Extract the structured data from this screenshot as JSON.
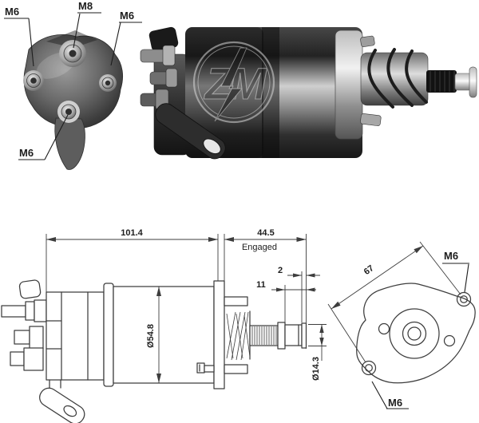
{
  "rear_photo": {
    "label_m6_top_left": "M6",
    "label_m8": "M8",
    "label_m6_top_right": "M6",
    "label_m6_bottom": "M6"
  },
  "side_photo": {
    "watermark": "ZM"
  },
  "side_drawing": {
    "dim_overall_length": "101.4",
    "dim_engaged_length": "44.5",
    "engaged_label": "Engaged",
    "dim_washer_thickness": "2",
    "dim_pin_length": "11",
    "dim_body_diameter": "Ø54.8",
    "dim_pin_diameter": "Ø14.3"
  },
  "flange_drawing": {
    "dim_hole_distance": "67",
    "label_hole_top_right": "M6",
    "label_hole_bottom_left": "M6"
  },
  "colors": {
    "background": "#ffffff",
    "drawing_line": "#3d3d3d",
    "label_text": "#1d1d1d",
    "photo_dark": "#2b2b2b",
    "photo_mid": "#8c8c8c",
    "photo_light": "#e4e4e4"
  }
}
